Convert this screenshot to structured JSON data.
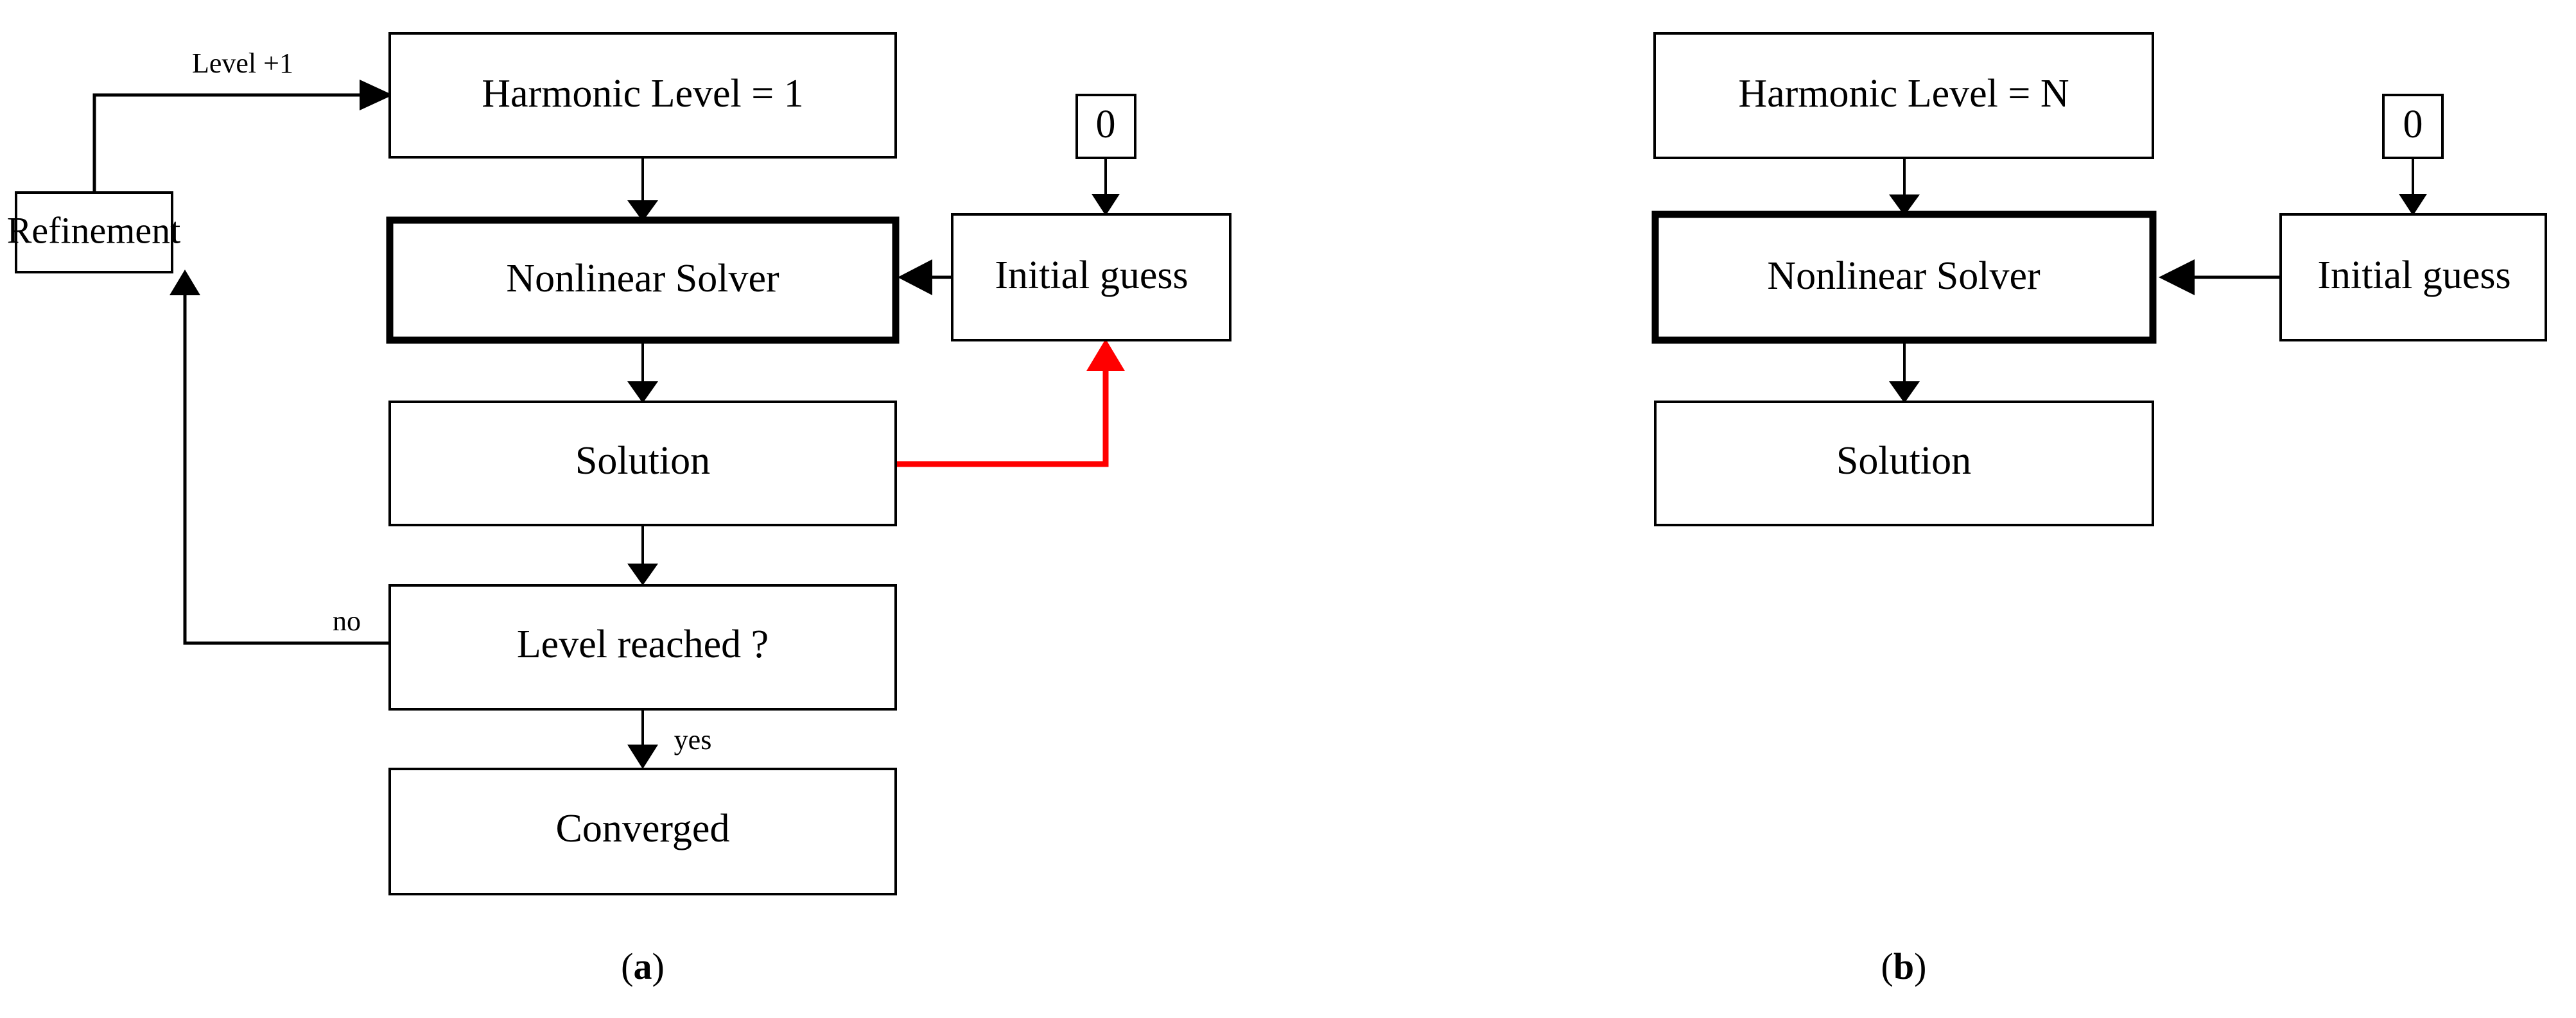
{
  "figure": {
    "type": "flowchart",
    "background_color": "#FFFFFF",
    "line_color": "#000000",
    "highlight_color": "#FF0000",
    "panels": [
      {
        "id": "a",
        "caption_open": "(",
        "caption_letter": "a",
        "caption_close": ")",
        "caption_full": "(a)",
        "nodes": [
          {
            "id": "harmonic-level",
            "label": "Harmonic Level = 1",
            "emphasis": false
          },
          {
            "id": "refinement",
            "label": "Refinement",
            "emphasis": false
          },
          {
            "id": "nonlinear-solver",
            "label": "Nonlinear Solver",
            "emphasis": true
          },
          {
            "id": "initial-guess",
            "label": "Initial guess",
            "emphasis": false
          },
          {
            "id": "zero-source",
            "label": "0",
            "emphasis": false
          },
          {
            "id": "solution",
            "label": "Solution",
            "emphasis": false
          },
          {
            "id": "level-reached",
            "label": "Level reached ?",
            "emphasis": false
          },
          {
            "id": "converged",
            "label": "Converged",
            "emphasis": false
          }
        ],
        "edges": [
          {
            "id": "refinement-to-harmonic",
            "label": "Level +1",
            "color": "#000000"
          },
          {
            "id": "harmonic-to-solver",
            "label": "",
            "color": "#000000"
          },
          {
            "id": "zero-to-initial-guess",
            "label": "",
            "color": "#000000"
          },
          {
            "id": "initial-guess-to-solver",
            "label": "",
            "color": "#000000"
          },
          {
            "id": "solver-to-solution",
            "label": "",
            "color": "#000000"
          },
          {
            "id": "solution-to-initial-guess",
            "label": "",
            "color": "#FF0000"
          },
          {
            "id": "solution-to-level-reached",
            "label": "",
            "color": "#000000"
          },
          {
            "id": "level-reached-to-refinement",
            "label": "no",
            "color": "#000000"
          },
          {
            "id": "level-reached-to-converged",
            "label": "yes",
            "color": "#000000"
          }
        ]
      },
      {
        "id": "b",
        "caption_open": "(",
        "caption_letter": "b",
        "caption_close": ")",
        "caption_full": "(b)",
        "nodes": [
          {
            "id": "harmonic-level",
            "label": "Harmonic Level = N",
            "emphasis": false
          },
          {
            "id": "nonlinear-solver",
            "label": "Nonlinear Solver",
            "emphasis": true
          },
          {
            "id": "initial-guess",
            "label": "Initial guess",
            "emphasis": false
          },
          {
            "id": "zero-source",
            "label": "0",
            "emphasis": false
          },
          {
            "id": "solution",
            "label": "Solution",
            "emphasis": false
          }
        ],
        "edges": [
          {
            "id": "harmonic-to-solver",
            "label": "",
            "color": "#000000"
          },
          {
            "id": "zero-to-initial-guess",
            "label": "",
            "color": "#000000"
          },
          {
            "id": "initial-guess-to-solver",
            "label": "",
            "color": "#000000"
          },
          {
            "id": "solver-to-solution",
            "label": "",
            "color": "#000000"
          }
        ]
      }
    ]
  }
}
